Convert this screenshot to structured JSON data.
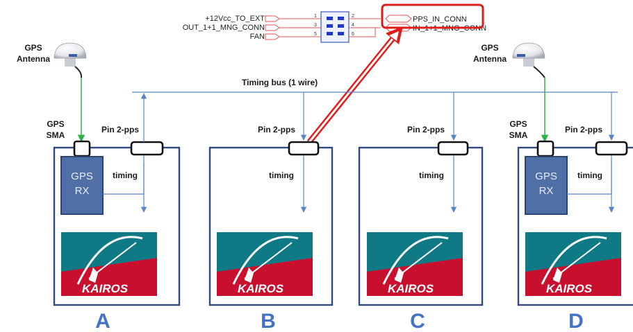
{
  "connector": {
    "left_labels": [
      "+12Vcc_TO_EXT",
      "OUT_1+1_MNG_CONN",
      "FAN"
    ],
    "right_labels": [
      "PPS_IN_CONN",
      "IN_1+1_MNG_CONN"
    ],
    "pins_left": [
      "1",
      "3",
      "5"
    ],
    "pins_right": [
      "2",
      "4",
      "6"
    ]
  },
  "bus_label": "Timing bus (1 wire)",
  "units": [
    {
      "letter": "A",
      "has_gps": true,
      "gps_antenna_label": [
        "GPS",
        "Antenna"
      ],
      "sma_label": [
        "GPS",
        "SMA"
      ],
      "rx_label": [
        "GPS",
        "RX"
      ],
      "pin_label": "Pin 2-pps",
      "timing_label": "timing",
      "brand": "KAIROS"
    },
    {
      "letter": "B",
      "has_gps": false,
      "pin_label": "Pin 2-pps",
      "timing_label": "timing",
      "brand": "KAIROS"
    },
    {
      "letter": "C",
      "has_gps": false,
      "pin_label": "Pin 2-pps",
      "timing_label": "timing",
      "brand": "KAIROS"
    },
    {
      "letter": "D",
      "has_gps": true,
      "gps_antenna_label": [
        "GPS",
        "Antenna"
      ],
      "sma_label": [
        "GPS",
        "SMA"
      ],
      "rx_label": [
        "GPS",
        "RX"
      ],
      "pin_label": "Pin 2-pps",
      "timing_label": "timing",
      "brand": "KAIROS"
    }
  ],
  "colors": {
    "frame": "#2f4b7c",
    "bus": "#5b84c4",
    "gps_rx": "#4f6fa6",
    "highlight": "#e01b1b",
    "antenna_feed": "#2db34a",
    "logo_teal": "#0f7a85",
    "logo_red": "#c8102e"
  }
}
